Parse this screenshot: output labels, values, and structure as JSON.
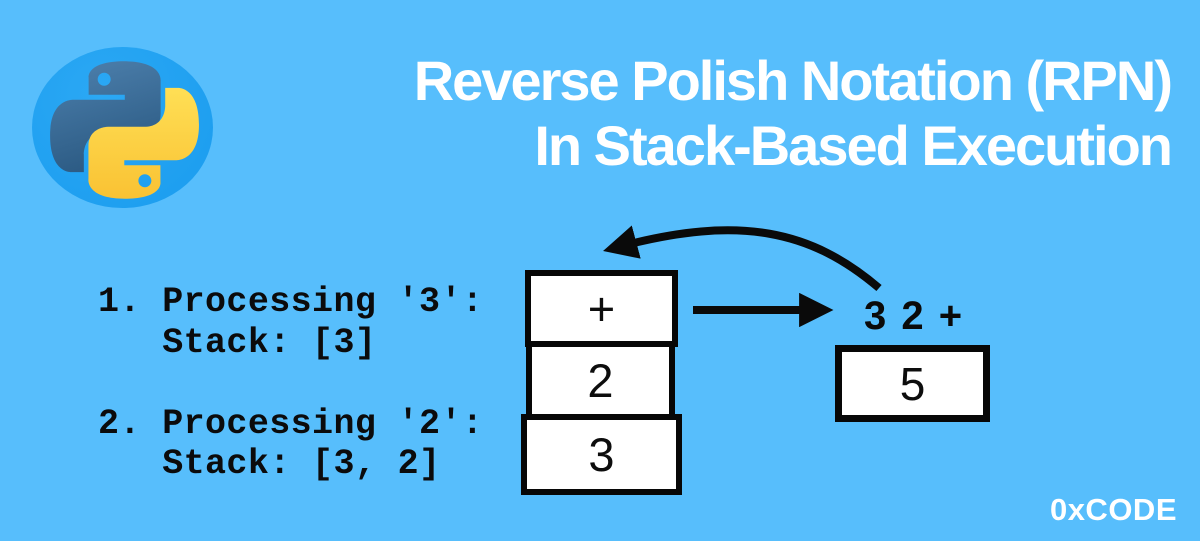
{
  "header": {
    "title_line1": "Reverse Polish Notation (RPN)",
    "title_line2": "In Stack-Based Execution"
  },
  "steps": {
    "text": "1. Processing '3':\n   Stack: [3]\n\n2. Processing '2':\n   Stack: [3, 2]"
  },
  "stack": {
    "cells": [
      "+",
      "2",
      "3"
    ]
  },
  "expression": "3 2 +",
  "result": "5",
  "watermark": "0xCODE",
  "colors": {
    "background": "#57BEFC",
    "logo_circle": "#1E9FF0",
    "snake_blue_light": "#4E81AE",
    "snake_blue_dark": "#2C5B84",
    "snake_yellow_light": "#FFDF55",
    "snake_yellow_dark": "#F9C233",
    "ink": "#0A0A0A",
    "box_fill": "#FFFFFF",
    "title_color": "#FFFFFF"
  }
}
